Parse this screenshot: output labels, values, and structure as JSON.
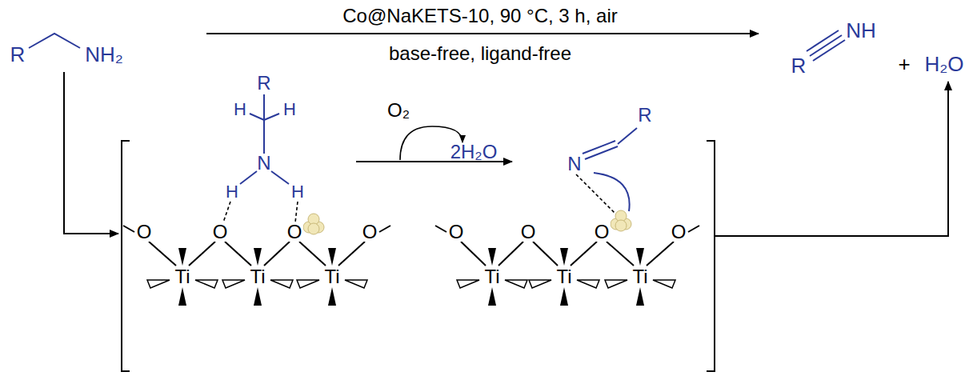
{
  "diagram": {
    "labels": [
      "R",
      "NH₂",
      "Co@NaKETS-10, 90 °C, 3 h, air",
      "base-free, ligand-free",
      "R",
      "NH",
      "+",
      "H₂O",
      "O₂",
      "2H₂O",
      "R",
      "H",
      "H",
      "N",
      "H",
      "H",
      "O",
      "O",
      "O",
      "O",
      "Ti",
      "Ti",
      "Ti",
      "N",
      "R",
      "O",
      "O",
      "O",
      "O",
      "Ti",
      "Ti",
      "Ti"
    ]
  }
}
